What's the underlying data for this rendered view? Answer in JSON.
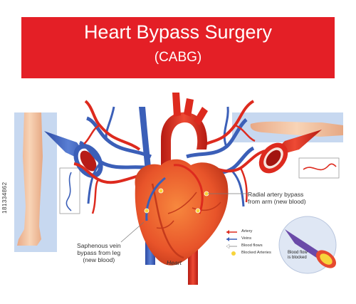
{
  "header": {
    "title": "Heart Bypass Surgery",
    "subtitle": "(CABG)"
  },
  "colors": {
    "banner_red": "#e41f26",
    "artery": "#dd2a1e",
    "vein": "#3b5fb8",
    "heart": "#f06a2a",
    "panel_blue": "#c7d8f0",
    "skin": "#f2c49f",
    "plaque": "#f7d43b"
  },
  "labels": {
    "radial": "Radial artery bypass\nfrom arm (new blood)",
    "saphenous": "Saphenous vein\nbypass from leg\n(new blood)",
    "heart": "Heart",
    "blood_flow_blocked": "Blood flow\nis blocked"
  },
  "legend": [
    {
      "label": "Artery",
      "icon": "red-arrow-icon"
    },
    {
      "label": "Veins",
      "icon": "blue-arrow-icon"
    },
    {
      "label": "Blood flows",
      "icon": "white-arrow-icon"
    },
    {
      "label": "Blocked Arteries",
      "icon": "yellow-dot-icon"
    }
  ],
  "watermark": "181334862"
}
